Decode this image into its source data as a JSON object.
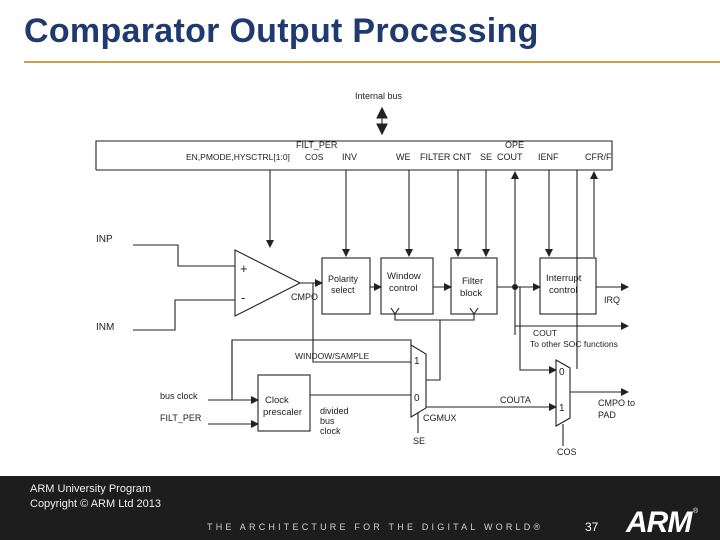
{
  "slide": {
    "title": "Comparator Output Processing",
    "page_number": "37"
  },
  "footer": {
    "program": "ARM University Program",
    "copyright": "Copyright © ARM Ltd 2013",
    "tagline": "THE ARCHITECTURE FOR THE DIGITAL WORLD®",
    "logo": "ARM",
    "logo_mark": "®"
  },
  "diagram": {
    "internal_bus": "Internal bus",
    "register_labels": {
      "filt_per": "FILT_PER",
      "en_pmode": "EN,PMODE,HYSCTRL[1:0]",
      "cos": "COS",
      "inv": "INV",
      "we": "WE",
      "filter_cnt": "FILTER CNT",
      "se": "SE",
      "ope": "OPE",
      "cout": "COUT",
      "ienf": "IENF",
      "cfrf": "CFR/F"
    },
    "inputs": {
      "inp": "INP",
      "inm": "INM",
      "bus_clock": "bus clock",
      "filt_per": "FILT_PER"
    },
    "comparator": {
      "plus": "+",
      "minus": "-",
      "output": "CMPO"
    },
    "blocks": {
      "polarity": [
        "Polarity",
        "select"
      ],
      "window": [
        "Window",
        "control"
      ],
      "filter": [
        "Filter",
        "block"
      ],
      "interrupt": [
        "Interrupt",
        "control"
      ],
      "clock": [
        "Clock",
        "prescaler"
      ]
    },
    "signals": {
      "window_sample": "WINDOW/SAMPLE",
      "irq": "IRQ",
      "cout": "COUT",
      "to_soc": "To other SOC functions",
      "couta": "COUTA",
      "cgmux": "CGMUX",
      "se": "SE",
      "cos": "COS",
      "cmpo_to": "CMPO to",
      "pad": "PAD",
      "divided": [
        "divided",
        "bus",
        "clock"
      ],
      "mux1": {
        "one": "1",
        "zero": "0"
      },
      "mux2": {
        "zero": "0",
        "one": "1"
      }
    }
  }
}
